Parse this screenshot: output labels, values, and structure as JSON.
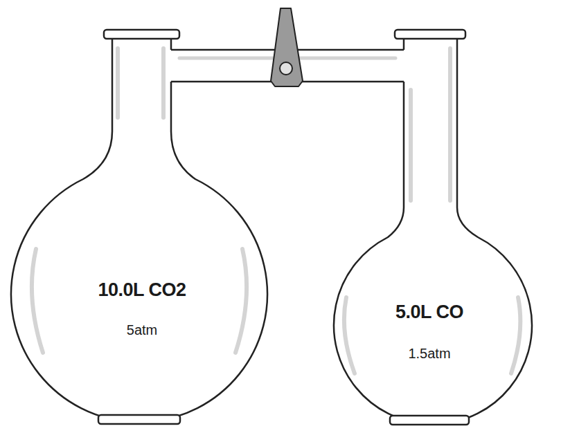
{
  "diagram": {
    "nodes": [
      {
        "text": [
          "10.0L CO2",
          "5atm"
        ]
      },
      {
        "text": [
          "5.0L CO",
          "1.5atm"
        ]
      }
    ],
    "edges": [
      {
        "from": 0,
        "to": 1,
        "arrow": "none"
      }
    ]
  }
}
